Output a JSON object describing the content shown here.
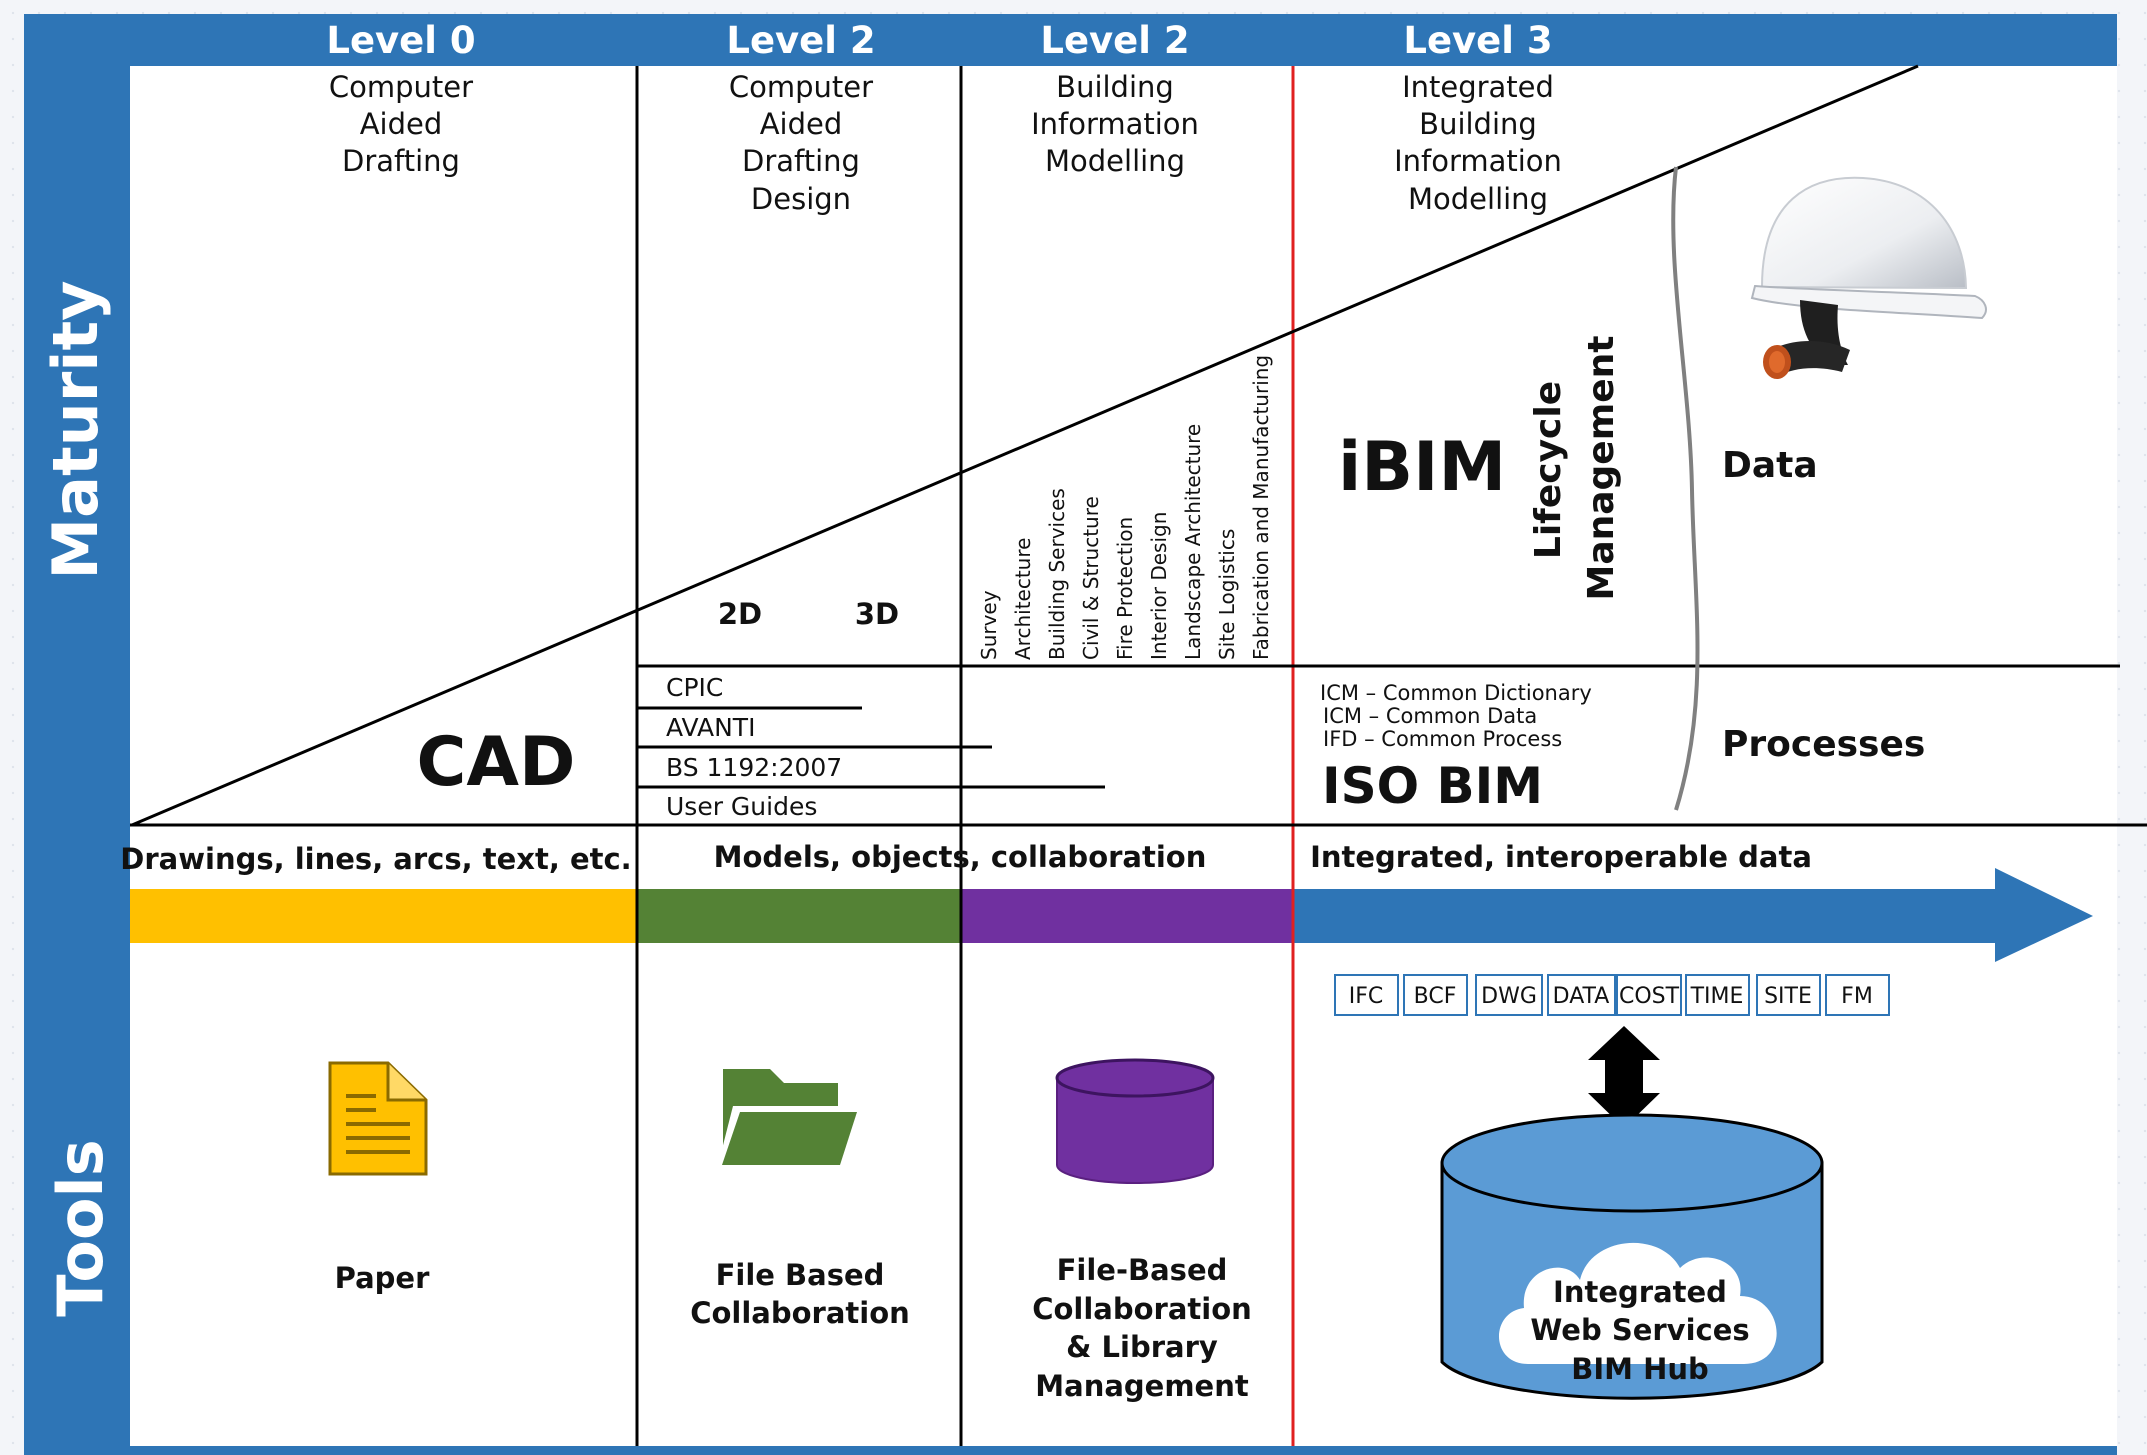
{
  "side_labels": {
    "top": "Maturity",
    "bottom": "Tools"
  },
  "levels": [
    {
      "label": "Level 0",
      "desc": [
        "Computer",
        "Aided",
        "Drafting"
      ]
    },
    {
      "label": "Level 2",
      "desc": [
        "Computer",
        "Aided",
        "Drafting",
        "Design"
      ]
    },
    {
      "label": "Level 2",
      "desc": [
        "Building",
        "Information",
        "Modelling"
      ]
    },
    {
      "label": "Level 3",
      "desc": [
        "Integrated",
        "Building",
        "Information",
        "Modelling"
      ]
    }
  ],
  "wedge": {
    "cad": "CAD",
    "two_d": "2D",
    "three_d": "3D",
    "disciplines": [
      "Survey",
      "Architecture",
      "Building Services",
      "Civil & Structure",
      "Fire Protection",
      "Interior Design",
      "Landscape Architecture",
      "Site Logistics",
      "Fabrication and Manufacturing"
    ],
    "ibim": "iBIM",
    "lifecycle": [
      "Lifecycle",
      "Management"
    ],
    "data": "Data"
  },
  "standards": [
    "CPIC",
    "AVANTI",
    "BS 1192:2007",
    "User Guides"
  ],
  "icm": [
    "ICM – Common Dictionary",
    "ICM – Common Data",
    "IFD – Common Process"
  ],
  "iso_bim": "ISO BIM",
  "processes": "Processes",
  "bands": [
    "Drawings, lines, arcs, text, etc.",
    "Models, objects, collaboration",
    "Integrated, interoperable data"
  ],
  "formats": [
    "IFC",
    "BCF",
    "DWG",
    "DATA",
    "COST",
    "TIME",
    "SITE",
    "FM"
  ],
  "tools": {
    "paper": "Paper",
    "file_based": [
      "File Based",
      "Collaboration"
    ],
    "library": [
      "File-Based",
      "Collaboration",
      "& Library",
      "Management"
    ],
    "hub": [
      "Integrated",
      "Web Services",
      "BIM Hub"
    ]
  },
  "colors": {
    "frame_blue": "#2e75b6",
    "band_yellow": "#ffc000",
    "band_green": "#548235",
    "band_purple": "#7030a0",
    "band_blue": "#2e75b6",
    "level3_divider": "#e02020",
    "cylinder_blue": "#5b9bd5"
  },
  "icons": [
    "document-icon",
    "folder-icon",
    "database-icon",
    "hard-hat-icon",
    "double-arrow-icon",
    "cloud-icon"
  ]
}
